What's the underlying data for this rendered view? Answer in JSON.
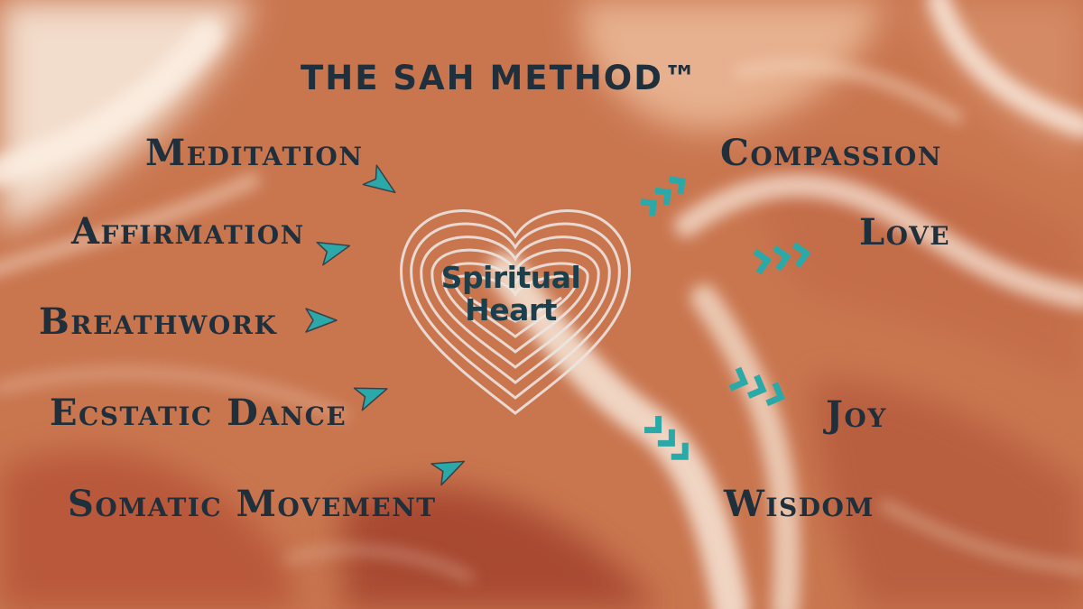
{
  "diagram": {
    "title": "THE SAH METHOD™",
    "center": {
      "line1": "Spiritual",
      "line2": "Heart"
    },
    "inputs": [
      "Meditation",
      "Affirmation",
      "Breathwork",
      "Ecstatic Dance",
      "Somatic Movement"
    ],
    "outputs": [
      "Compassion",
      "Love",
      "Joy",
      "Wisdom"
    ]
  },
  "colors": {
    "background": "#c9764f",
    "text": "#1f2f3c",
    "heart_text": "#1c3f4d",
    "arrow": "#2aa9a8",
    "heart": "#e9e2dd"
  }
}
